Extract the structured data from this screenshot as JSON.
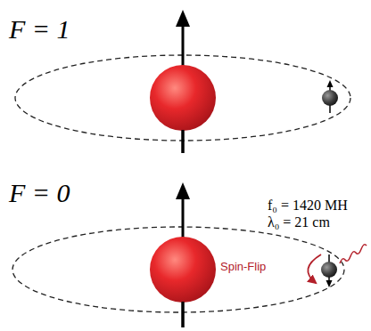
{
  "diagram": {
    "labels": [
      "F = 1",
      "F = 0",
      "f₀ = 1420 MH",
      "λ₀ = 21 cm",
      "Spin-Flip"
    ]
  }
}
